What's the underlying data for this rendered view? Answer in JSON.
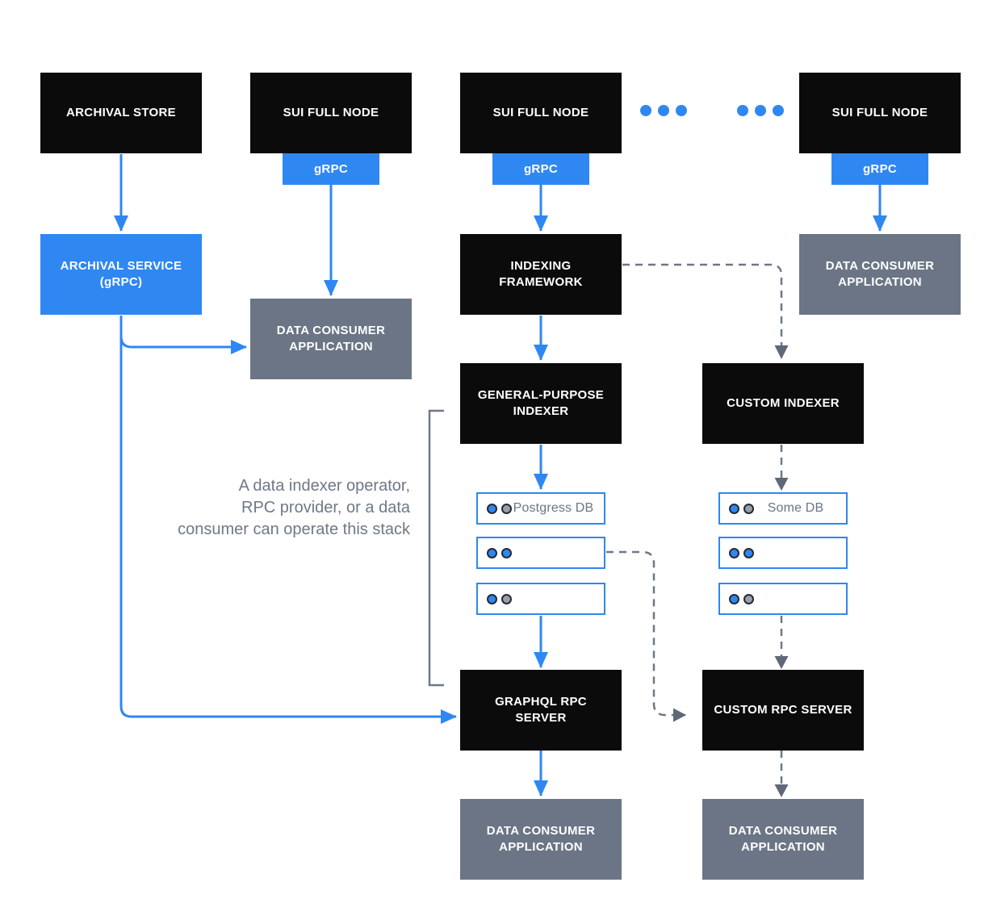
{
  "diagram": {
    "title_hint": "Sui data indexing architecture",
    "nodes": {
      "archival_store": "ARCHIVAL STORE",
      "sui_full_node_left": "SUI FULL NODE",
      "sui_full_node_mid": "SUI FULL NODE",
      "sui_full_node_right": "SUI FULL NODE",
      "grpc_left": "gRPC",
      "grpc_mid": "gRPC",
      "grpc_right": "gRPC",
      "archival_service": "ARCHIVAL SERVICE (gRPC)",
      "data_consumer_left": "DATA CONSUMER APPLICATION",
      "data_consumer_top_right": "DATA CONSUMER APPLICATION",
      "indexing_framework": "INDEXING FRAMEWORK",
      "general_purpose_indexer": "GENERAL-PURPOSE INDEXER",
      "custom_indexer": "CUSTOM INDEXER",
      "postgres_db": "Postgress DB",
      "some_db": "Some DB",
      "graphql_rpc_server": "GRAPHQL RPC SERVER",
      "custom_rpc_server": "CUSTOM RPC SERVER",
      "data_consumer_bottom_left": "DATA CONSUMER APPLICATION",
      "data_consumer_bottom_right": "DATA CONSUMER APPLICATION"
    },
    "annotation": "A data indexer operator,\nRPC provider, or a data\nconsumer can operate this stack",
    "colors": {
      "accent_blue": "#2f87f2",
      "box_black": "#0b0b0c",
      "box_gray": "#6b7585",
      "dashed_gray": "#6e7887",
      "annotation_text": "#6e7887",
      "db_label_text": "#6b7585",
      "dot_ring": "#242a33",
      "dot_gray_fill": "#9aa0aa",
      "label_text_on_box": "#ffffff"
    }
  }
}
